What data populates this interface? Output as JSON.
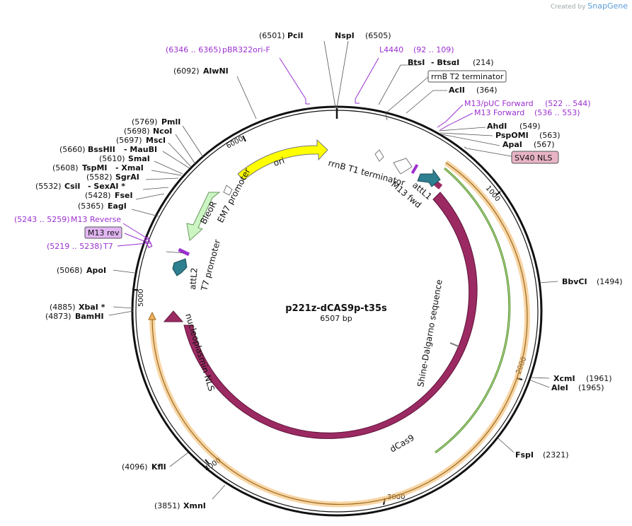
{
  "brand": {
    "prefix": "Created by",
    "name": "SnapGene"
  },
  "plasmid": {
    "name": "p221z-dCAS9p-t35s",
    "size_label": "6507 bp",
    "length": 6507
  },
  "ticks": [
    "1000",
    "2000",
    "3000",
    "4000",
    "5000",
    "6000"
  ],
  "enzymes": [
    {
      "pos_label": "(6501)",
      "name": "PciI",
      "pos": 6501
    },
    {
      "name": "NspI",
      "pos_label": "(6505)",
      "pos": 6505
    },
    {
      "pos_label": "(6092)",
      "name": "AlwNI",
      "pos": 6092
    },
    {
      "name": "BtsI",
      "extra": "- BtsαI",
      "pos_label": "(214)",
      "pos": 214
    },
    {
      "name": "AclI",
      "pos_label": "(364)",
      "pos": 364
    },
    {
      "name": "AhdI",
      "pos_label": "(549)",
      "pos": 549
    },
    {
      "name": "PspOMI",
      "pos_label": "(563)",
      "pos": 563
    },
    {
      "name": "ApaI",
      "pos_label": "(567)",
      "pos": 567
    },
    {
      "pos_label": "(5769)",
      "name": "PmlI",
      "pos": 5769
    },
    {
      "pos_label": "(5698)",
      "name": "NcoI",
      "pos": 5698
    },
    {
      "pos_label": "(5697)",
      "name": "MscI",
      "pos": 5697
    },
    {
      "pos_label": "(5660)",
      "name": "BssHII",
      "extra": "- MauBI",
      "pos": 5660
    },
    {
      "pos_label": "(5610)",
      "name": "SmaI",
      "pos": 5610
    },
    {
      "pos_label": "(5608)",
      "name": "TspMI",
      "extra": "- XmaI",
      "pos": 5608
    },
    {
      "pos_label": "(5582)",
      "name": "SgrAI",
      "pos": 5582
    },
    {
      "pos_label": "(5532)",
      "name": "CsiI",
      "extra": "- SexAI *",
      "pos": 5532
    },
    {
      "pos_label": "(5428)",
      "name": "FseI",
      "pos": 5428
    },
    {
      "pos_label": "(5365)",
      "name": "EagI",
      "pos": 5365
    },
    {
      "pos_label": "(5068)",
      "name": "ApoI",
      "pos": 5068
    },
    {
      "pos_label": "(4885)",
      "name": "XbaI *",
      "pos": 4885
    },
    {
      "pos_label": "(4873)",
      "name": "BamHI",
      "pos": 4873
    },
    {
      "pos_label": "(4096)",
      "name": "KflI",
      "pos": 4096
    },
    {
      "pos_label": "(3851)",
      "name": "XmnI",
      "pos": 3851
    },
    {
      "name": "BbvCI",
      "pos_label": "(1494)",
      "pos": 1494
    },
    {
      "name": "XcmI",
      "pos_label": "(1961)",
      "pos": 1961
    },
    {
      "name": "AleI",
      "pos_label": "(1965)",
      "pos": 1965
    },
    {
      "name": "FspI",
      "pos_label": "(2321)",
      "pos": 2321
    }
  ],
  "primers": [
    {
      "range": "(6346 .. 6365)",
      "name": "pBR322ori-F"
    },
    {
      "name": "L4440",
      "range": "(92 .. 109)"
    },
    {
      "name": "M13/pUC Forward",
      "range": "(522 .. 544)"
    },
    {
      "name": "M13 Forward",
      "range": "(536 .. 553)"
    },
    {
      "range": "(5243 .. 5259)",
      "name": "M13 Reverse"
    },
    {
      "name": "M13 rev"
    },
    {
      "range": "(5219 .. 5238)",
      "name": "T7"
    }
  ],
  "boxed_features": {
    "terminator": "rrnB T2 terminator",
    "nls": "SV40 NLS"
  },
  "features": {
    "ori": "ori",
    "bleor": "BleoR",
    "em7": "EM7 promoter",
    "rrnb_t1": "rrnB T1 terminator",
    "m13fwd": "M13 fwd",
    "attl1": "attL1",
    "attl2": "attL2",
    "t7promoter": "T7 promoter",
    "nucleoplasmin": "nucleoplasmin NLS",
    "shine": "Shine-Dalgarno sequence",
    "dcas9": "dCas9"
  },
  "colors": {
    "backbone": "#111111",
    "dcas9": "#9b2a62",
    "ori": "#ffff00",
    "bleor": "#ccf5c4",
    "attl": "#2e7f8f",
    "primer": "#9b30d0",
    "orange_orf": "#f2b25a",
    "green_orf": "#4a8a1f",
    "nls_box": "#e8b4c6"
  }
}
